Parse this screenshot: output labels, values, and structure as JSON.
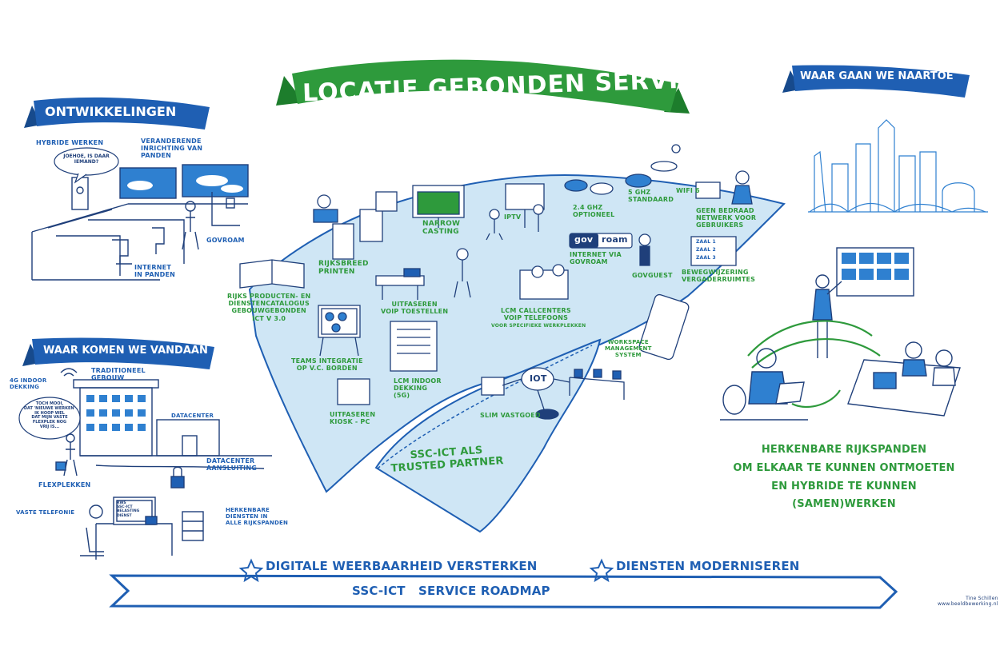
{
  "title": "LOCATIE GEBONDEN SERVICES",
  "colors": {
    "blue": "#1f5fb3",
    "green": "#2e9a3c",
    "light_blue": "#cfe6f5",
    "dark": "#1f3f7a"
  },
  "left_top": {
    "banner": "ONTWIKKELINGEN",
    "hybride": "HYBRIDE WERKEN",
    "speech": "JOEHOE, IS DAAR\nIEMAND?",
    "veranderende": "VERANDERENDE\nINRICHTING VAN\nPANDEN",
    "govroam": "GOVROAM",
    "internet": "INTERNET\nIN PANDEN"
  },
  "left_bottom": {
    "banner": "WAAR KOMEN WE VANDAAN",
    "dekking4g": "4G INDOOR\nDEKKING",
    "traditioneel": "TRADITIONEEL\nGEBOUW",
    "speech": "TOCH MOOI,\nDAT 'NIEUWE WERKEN'\nIK HOOP WEL\nDAT MIJN VASTE\nFLEXPLEK NOG\nVRIJ IS...",
    "datacenter": "DATACENTER",
    "datacenter_aansluiting": "DATACENTER\nAANSLUITING",
    "flexplekken": "FLEXPLEKKEN",
    "vaste_telefonie": "VASTE TELEFONIE",
    "screen_text": "RWS\nSSC-ICT\nBELASTING\nDIENST",
    "herkenbare": "HERKENBARE\nDIENSTEN IN\nALLE RIJKSPANDEN"
  },
  "center": {
    "rijksbreed": "RIJKSBREED\nPRINTEN",
    "narrow": "NARROW\nCASTING",
    "iptv": "IPTV",
    "ghz24": "2.4 GHZ\nOPTIONEEL",
    "ghz5": "5 GHZ\nSTANDAARD",
    "wifi6": "WIFI 6",
    "geen_bedraad": "GEEN BEDRAAD\nNETWERK VOOR\nGEBRUIKERS",
    "gov_logo_1": "gov",
    "gov_logo_2": "roam",
    "internet_via": "INTERNET VIA\nGOVROAM",
    "govguest": "GOVGUEST",
    "zalen": [
      "ZAAL 1",
      "ZAAL 2",
      "ZAAL 3"
    ],
    "bewegwijzering": "BEWEGWIJZERING\nVERGADERRUIMTES",
    "producten": "RIJKS PRODUCTEN- EN\nDIENSTENCATALOGUS\nGEBOUWGEBONDEN\nICT V 3.0",
    "uitfaseren_voip": "UITFASEREN\nVOIP TOESTELLEN",
    "lcm": "LCM CALLCENTERS\nVOIP TELEFOONS",
    "lcm_sub": "VOOR SPECIFIEKE WERKPLEKKEN",
    "teams": "TEAMS INTEGRATIE\nOP V.C. BORDEN",
    "lcm_indoor": "LCM INDOOR\nDEKKING\n(5G)",
    "uitfaseren_kiosk": "UITFASEREN\nKIOSK - PC",
    "workspace": "WORKSPACE\nMANAGEMENT\nSYSTEM",
    "iot": "IOT",
    "slim": "SLIM VASTGOED",
    "trusted": "SSC-ICT ALS\nTRUSTED PARTNER"
  },
  "right": {
    "banner": "WAAR GAAN WE NAARTOE",
    "statement": "HERKENBARE RIJKSPANDEN\nOM ELKAAR TE KUNNEN ONTMOETEN\nEN HYBRIDE TE KUNNEN\n(SAMEN)WERKEN"
  },
  "bottom": {
    "star1": "DIGITALE WEERBAARHEID VERSTERKEN",
    "star2": "DIENSTEN MODERNISEREN",
    "roadmap": "SSC-ICT   SERVICE ROADMAP",
    "signature": "Tine Schillen\nwww.beeldbewerking.nl"
  }
}
